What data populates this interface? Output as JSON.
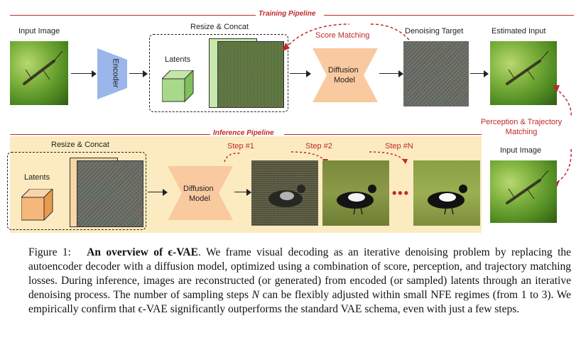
{
  "training": {
    "title": "Training Pipeline",
    "input_label": "Input Image",
    "encoder_label": "Encoder",
    "resize_label": "Resize & Concat",
    "latents_label": "Latents",
    "score_label": "Score Matching",
    "diffusion_label_1": "Diffusion",
    "diffusion_label_2": "Model",
    "target_label": "Denoising Target",
    "estimated_label": "Estimated Input",
    "perception_label_1": "Perception & Trajectory",
    "perception_label_2": "Matching"
  },
  "inference": {
    "title": "Inference Pipeline",
    "resize_label": "Resize & Concat",
    "latents_label": "Latents",
    "diffusion_label_1": "Diffusion",
    "diffusion_label_2": "Model",
    "step1": "Step #1",
    "step2": "Step #2",
    "stepN": "Step #N",
    "dots": "•••",
    "input_label": "Input Image"
  },
  "caption": {
    "prefix": "Figure 1:",
    "bold_title": "An overview of ϵ-VAE",
    "text_1": ". We frame visual decoding as an iterative denoising problem by replacing the autoencoder decoder with a diffusion model, optimized using a combination of score, perception, and trajectory matching losses. During inference, images are reconstructed (or generated) from encoded (or sampled) latents through an iterative denoising process. The number of sampling steps ",
    "var_n": "N",
    "text_2": " can be flexibly adjusted within small NFE regimes (from 1 to 3). We empirically confirm that ",
    "eps_vae": "ϵ-VAE",
    "text_3": " significantly outperforms the standard VAE schema, even with just a few steps."
  },
  "colors": {
    "accent_red": "#c0282d",
    "encoder_blue": "#9ab6ea",
    "diffusion_orange": "#f9c9a0",
    "latent_green": "#a8d88a",
    "latent_orange": "#f5b87a",
    "inference_bg": "#fcebc0"
  }
}
